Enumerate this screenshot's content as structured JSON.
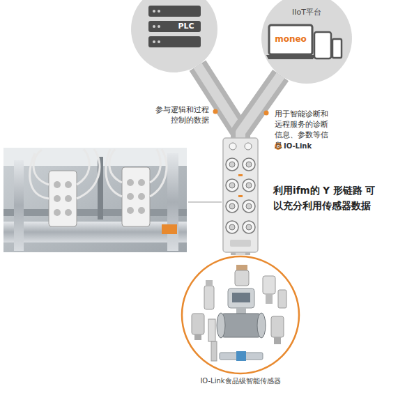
{
  "diagram": {
    "nodes": [
      {
        "text": [
          "PLC"
        ]
      },
      {
        "text": [
          "IIoT平台",
          "moneo"
        ]
      },
      {
        "text": [
          "IO-Link食品级智能传感器"
        ]
      }
    ],
    "edges": [
      {
        "from": 2,
        "to": 0,
        "arrow": "none",
        "label": "参与逻辑和过程控制的数据"
      },
      {
        "from": 2,
        "to": 1,
        "arrow": "none",
        "label": "用于智能诊断和远程服务的诊断信息、参数等信息"
      }
    ],
    "labels": [
      "IO-Link",
      "利用ifm的 Y 形链路 可以充分利用传感器数据"
    ]
  }
}
